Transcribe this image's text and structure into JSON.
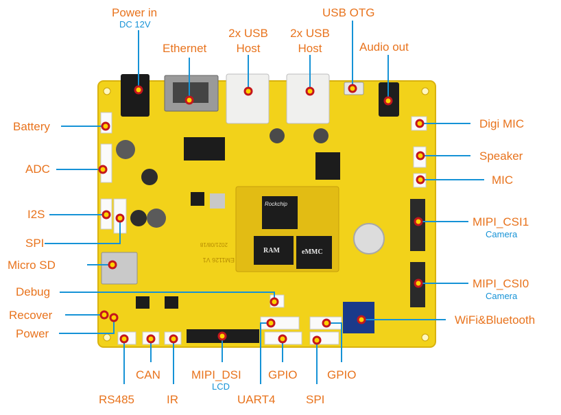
{
  "colors": {
    "board": "#f2d21a",
    "board_edge": "#d9b20e",
    "leader": "#1592d6",
    "label": "#e8731d",
    "sublabel": "#1592d6",
    "marker_ring": "#c4161c",
    "marker_fill": "#ffd200"
  },
  "labels": {
    "power_in": "Power in",
    "power_in_sub": "DC 12V",
    "ethernet": "Ethernet",
    "usb_host_1": "2x USB\nHost",
    "usb_host_2": "2x USB\nHost",
    "usb_otg": "USB OTG",
    "audio_out": "Audio out",
    "battery": "Battery",
    "adc": "ADC",
    "i2s": "I2S",
    "spi_left": "SPI",
    "micro_sd": "Micro SD",
    "debug": "Debug",
    "recover": "Recover",
    "power": "Power",
    "digi_mic": "Digi MIC",
    "speaker": "Speaker",
    "mic": "MIC",
    "mipi_csi1": "MIPI_CSI1",
    "mipi_csi1_sub": "Camera",
    "mipi_csi0": "MIPI_CSI0",
    "mipi_csi0_sub": "Camera",
    "wifi_bt": "WiFi&Bluetooth",
    "can": "CAN",
    "rs485": "RS485",
    "ir": "IR",
    "mipi_dsi": "MIPI_DSI",
    "mipi_dsi_sub": "LCD",
    "uart4": "UART4",
    "gpio_1": "GPIO",
    "gpio_2": "GPIO",
    "spi_bottom": "SPI"
  },
  "board_text": {
    "rockchip": "Rockchip",
    "ram": "RAM",
    "emmc": "eMMC",
    "model": "EM1126 V1",
    "date": "2021/08/18"
  }
}
